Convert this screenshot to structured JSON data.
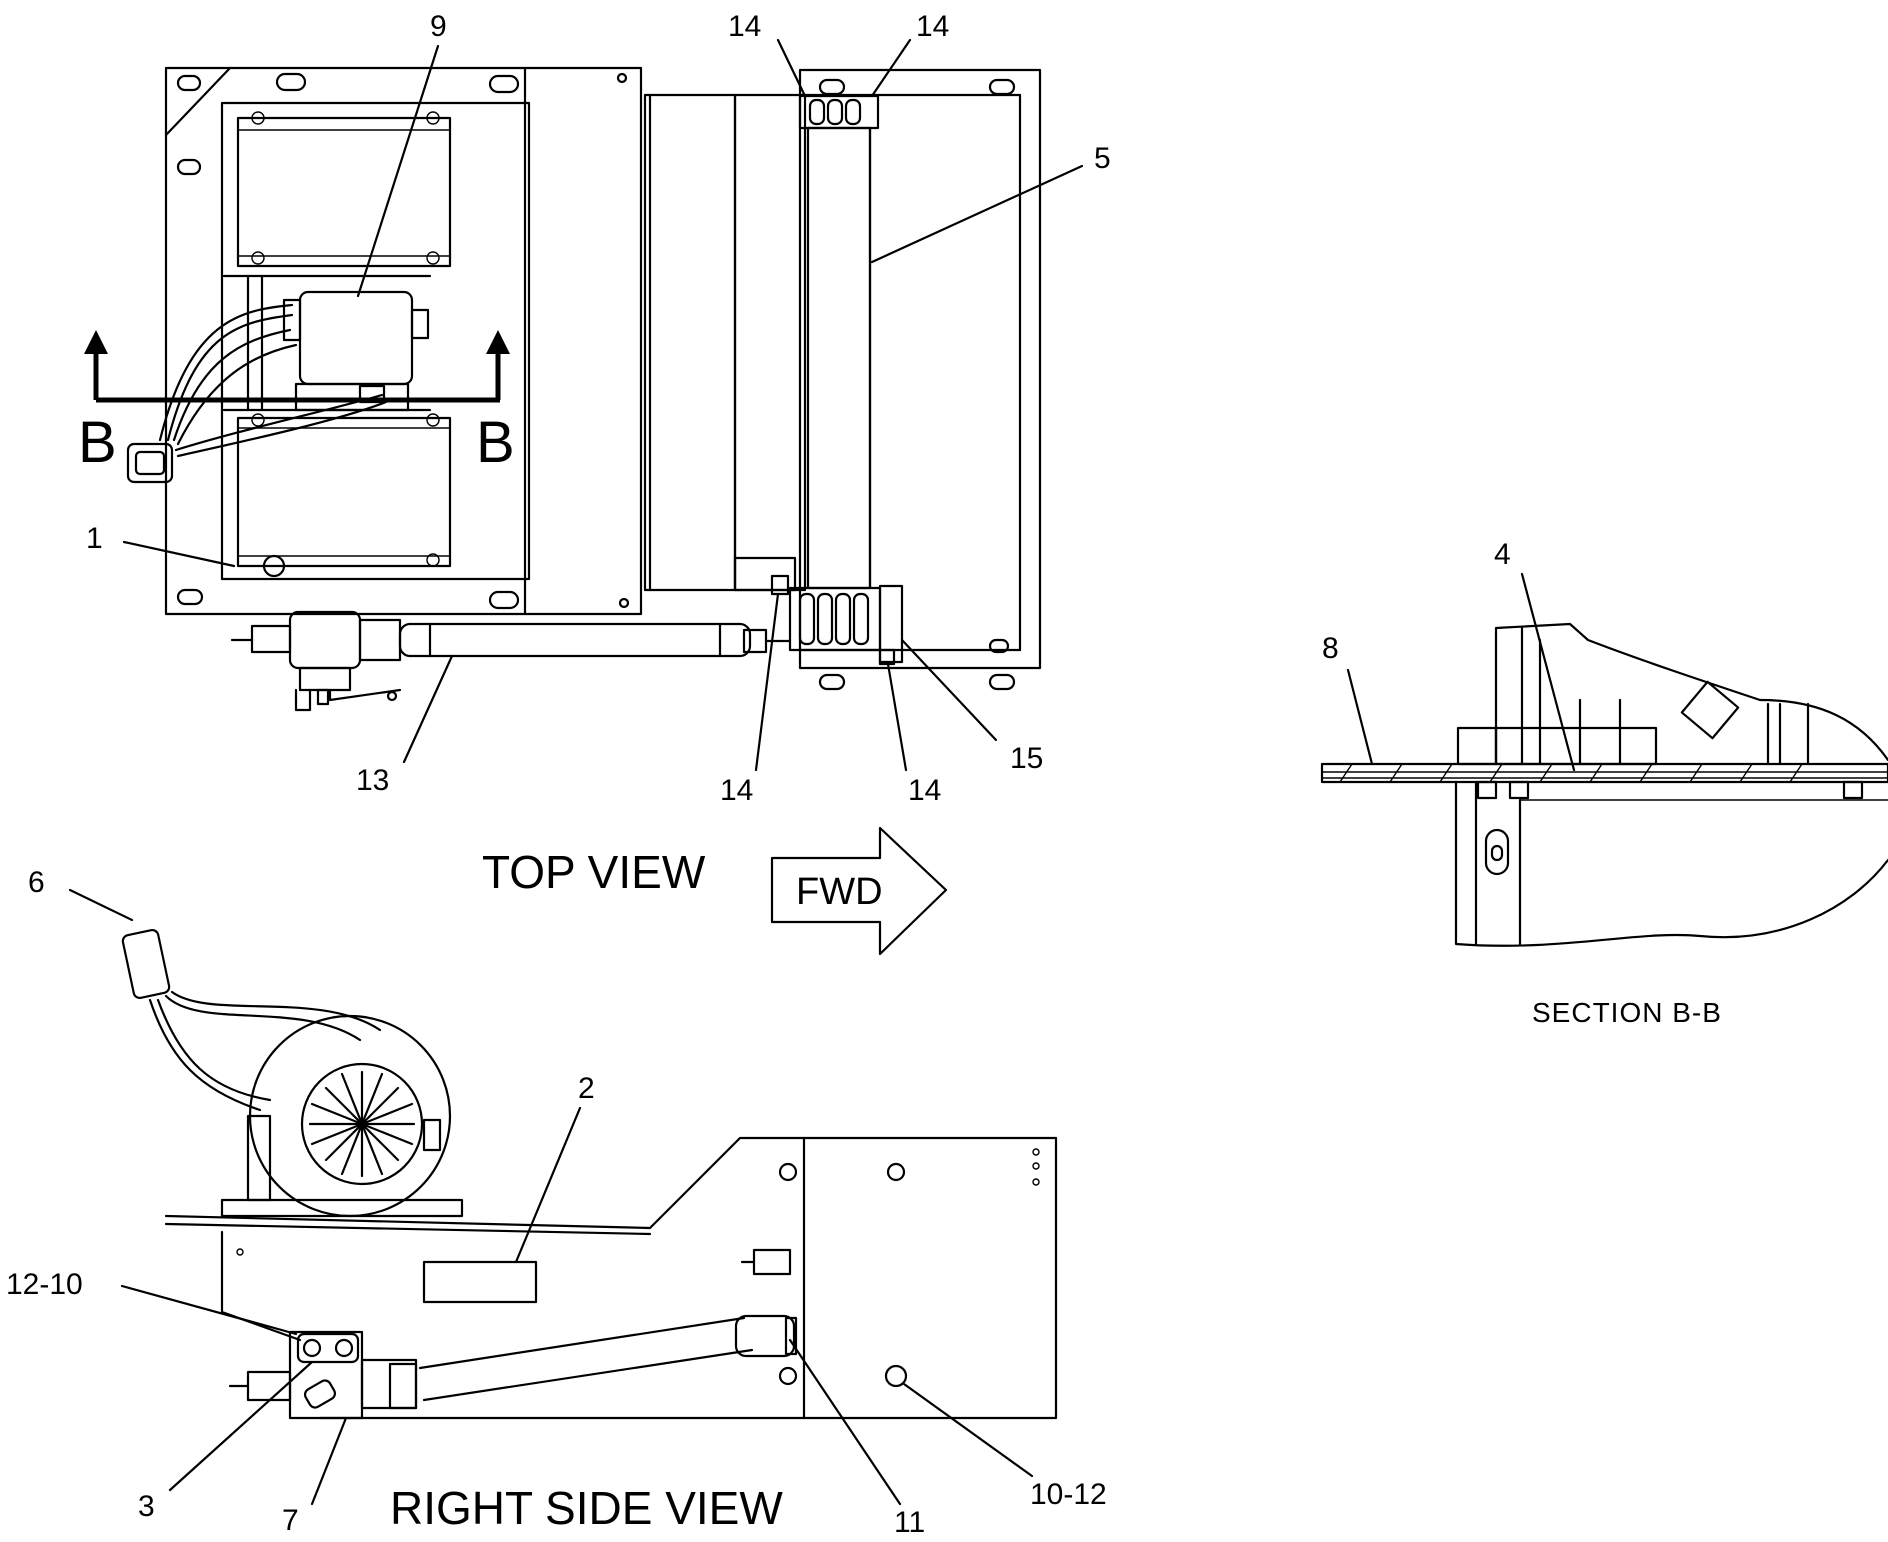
{
  "views": {
    "top_view_title": "TOP VIEW",
    "right_side_view_title": "RIGHT SIDE VIEW",
    "section_title": "SECTION B-B",
    "direction_label": "FWD",
    "section_marker_left": "B",
    "section_marker_right": "B"
  },
  "callouts": {
    "top": [
      "9",
      "14",
      "14",
      "5",
      "1",
      "13",
      "14",
      "14",
      "15"
    ],
    "side": [
      "6",
      "2",
      "12-10",
      "3",
      "7",
      "11",
      "10-12"
    ],
    "section": [
      "8",
      "4"
    ]
  }
}
